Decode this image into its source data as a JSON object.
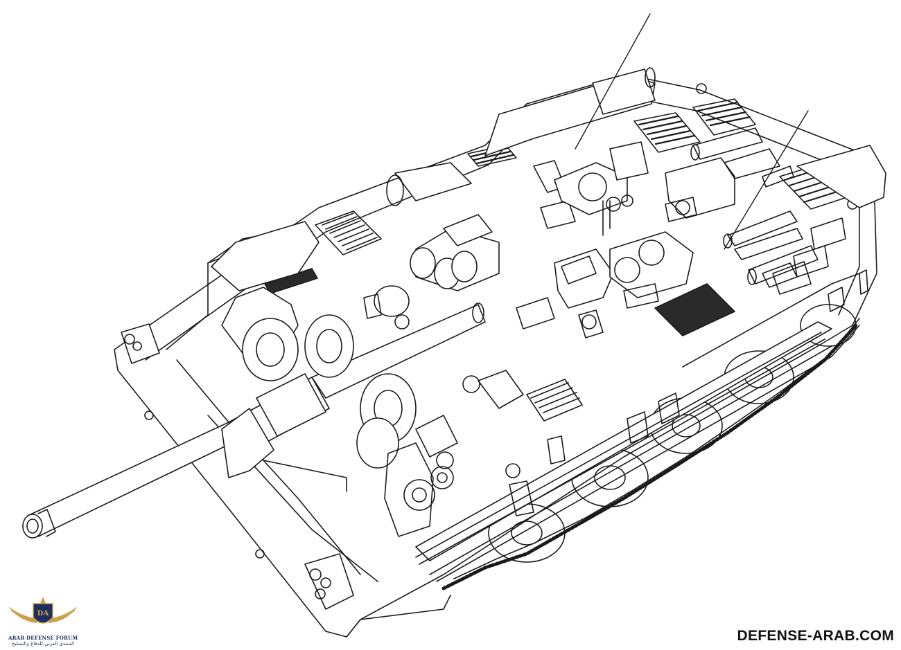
{
  "figure": {
    "subject": "tank-cutaway-line-drawing",
    "stroke_color": "#1a1a1a",
    "fill_color": "#ffffff"
  },
  "branding": {
    "logo_icon": "arab-defense-forum-eagle-shield-logo",
    "logo_colors": {
      "gold": "#c9a24a",
      "navy": "#1d2f5c"
    },
    "logo_initials": "DA",
    "logo_title": "ARAB DEFENSE FORUM",
    "logo_arabic": "المنتدى العربي للدفاع والتسليح",
    "watermark": "DEFENSE-ARAB.COM"
  }
}
